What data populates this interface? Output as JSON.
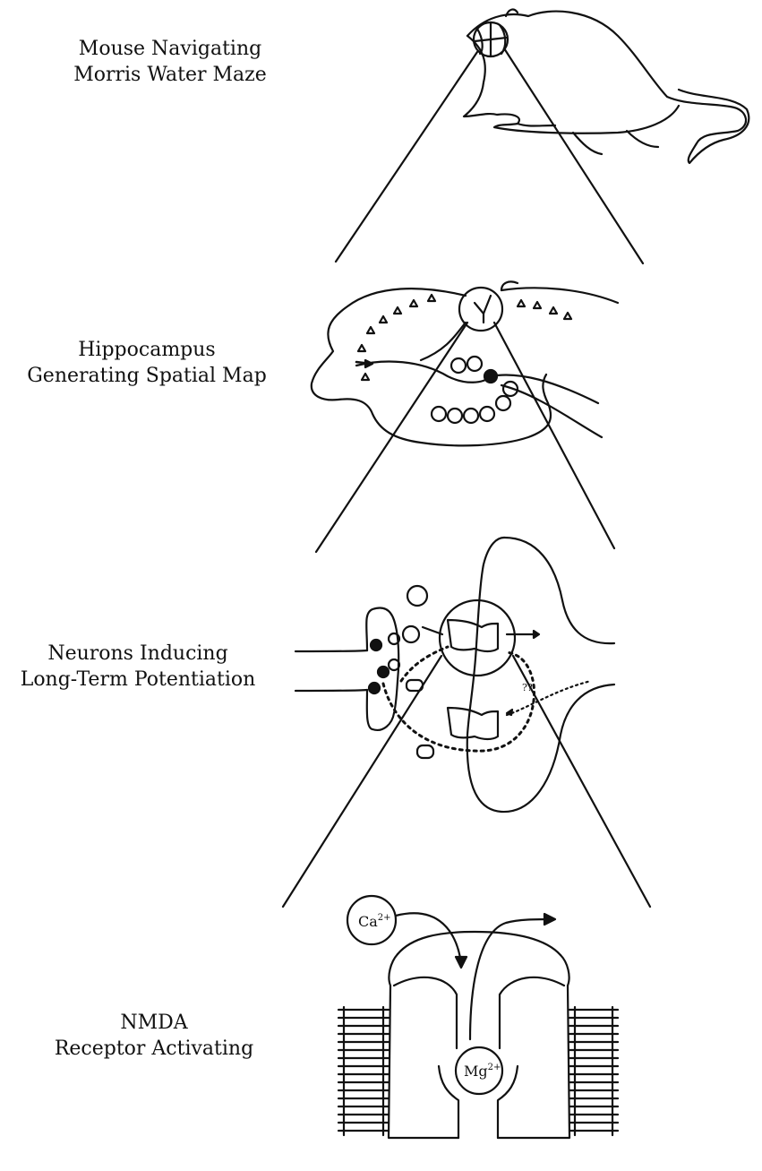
{
  "stages": [
    {
      "id": "mouse",
      "line1": "Mouse Navigating",
      "line2": "Morris Water Maze"
    },
    {
      "id": "hippocampus",
      "line1": "Hippocampus",
      "line2": "Generating Spatial Map"
    },
    {
      "id": "neurons",
      "line1": "Neurons Inducing",
      "line2": "Long-Term Potentiation"
    },
    {
      "id": "nmda",
      "line1": "NMDA",
      "line2": "Receptor Activating"
    }
  ],
  "ions": {
    "calcium_base": "Ca",
    "calcium_charge": "2+",
    "magnesium_base": "Mg",
    "magnesium_charge": "2+"
  },
  "annotation_unknown": "??",
  "colors": {
    "ink": "#111111",
    "background": "#ffffff"
  }
}
